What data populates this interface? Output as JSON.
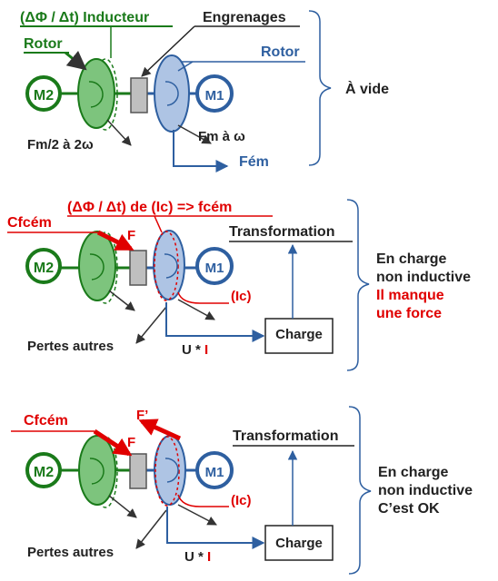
{
  "colors": {
    "green": "#1a7a1a",
    "green_fill": "#7dc47d",
    "blue": "#2e5fa0",
    "blue_fill": "#aec4e4",
    "dark": "#333333",
    "red": "#e00000",
    "gray": "#bfbfbf"
  },
  "labels": {
    "m2": "M2",
    "m1": "M1",
    "rotor": "Rotor",
    "inducteur": "(ΔΦ / Δt) Inducteur",
    "engrenages": "Engrenages",
    "fm2": "Fm/2 à 2ω",
    "fm": "Fm à ω",
    "fem": "Fém",
    "a_vide": "À vide",
    "fcem": "(ΔΦ / Δt) de (Ic) => fcém",
    "cfcem": "Cfcém",
    "f": "F",
    "f_prime": "F’",
    "ic": "(Ic)",
    "transformation": "Transformation",
    "charge": "Charge",
    "pertes": "Pertes autres",
    "ui_u": "U * ",
    "ui_i": "I",
    "charge2_line1": "En charge",
    "charge2_line2": "non inductive",
    "charge2_line3": "Il manque",
    "charge2_line4": "une force",
    "charge3_line1": "En charge",
    "charge3_line2": "non inductive",
    "charge3_line3": "C’est OK"
  }
}
